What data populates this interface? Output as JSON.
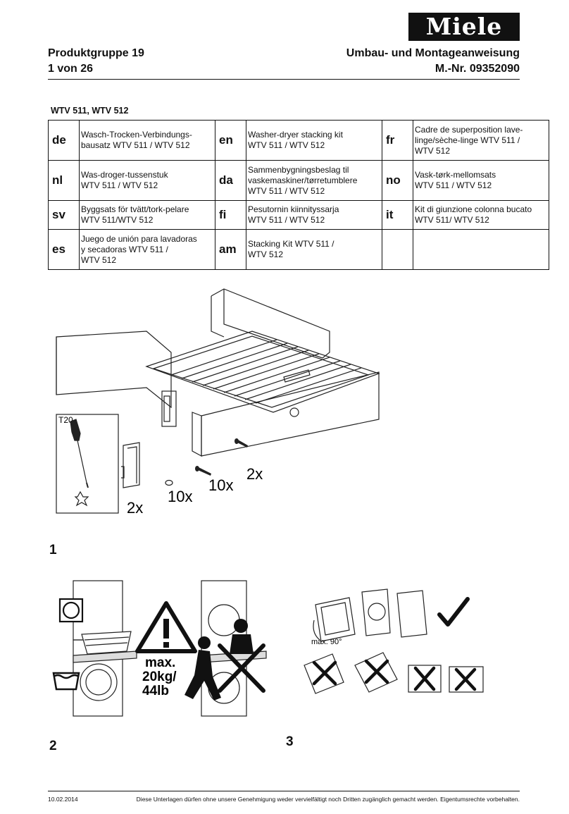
{
  "brand": "Miele",
  "header": {
    "product_group": "Produktgruppe 19",
    "page_info": "1 von 26",
    "doc_title": "Umbau- und Montageanweisung",
    "doc_number": "M.-Nr. 09352090"
  },
  "models": "WTV 511, WTV 512",
  "languages": [
    {
      "code": "de",
      "text": [
        "Wasch-Trocken-Verbindungs-",
        "bausatz WTV 511 / WTV 512"
      ]
    },
    {
      "code": "en",
      "text": [
        "Washer-dryer stacking kit",
        "WTV 511 / WTV 512"
      ]
    },
    {
      "code": "fr",
      "text": [
        "Cadre de superposition lave-",
        "linge/sèche-linge WTV 511 /",
        "WTV 512"
      ]
    },
    {
      "code": "nl",
      "text": [
        "Was-droger-tussenstuk",
        "WTV 511 / WTV 512"
      ]
    },
    {
      "code": "da",
      "text": [
        "Sammenbygningsbeslag til",
        "vaskemaskiner/tørretumblere",
        "WTV 511 / WTV 512"
      ]
    },
    {
      "code": "no",
      "text": [
        "Vask-tørk-mellomsats",
        "WTV 511 / WTV 512"
      ]
    },
    {
      "code": "sv",
      "text": [
        "Byggsats för tvätt/tork-pelare",
        "WTV 511/WTV 512"
      ]
    },
    {
      "code": "fi",
      "text": [
        "Pesutornin kiinnityssarja",
        "WTV 511 / WTV 512"
      ]
    },
    {
      "code": "it",
      "text": [
        "Kit di giunzione colonna bucato",
        "WTV 511/ WTV 512"
      ]
    },
    {
      "code": "es",
      "text": [
        "Juego de unión para lavadoras",
        "y secadoras WTV 511 /",
        "WTV 512"
      ]
    },
    {
      "code": "am",
      "text": [
        "Stacking Kit WTV 511 /",
        "WTV 512"
      ]
    },
    {
      "code": "",
      "text": []
    }
  ],
  "figure1": {
    "number": "1",
    "tool_label": "T20",
    "qty_clip": "2x",
    "qty_washer": "10x",
    "qty_screw": "10x",
    "qty_screw_small": "2x"
  },
  "figure2": {
    "number": "2",
    "warning_line1": "max.",
    "warning_line2": "20kg/",
    "warning_line3": "44lb"
  },
  "figure3": {
    "number": "3",
    "tilt_label": "max. 90°"
  },
  "footer": {
    "date": "10.02.2014",
    "notice": "Diese Unterlagen dürfen ohne unsere Genehmigung weder vervielfältigt noch Dritten zugänglich gemacht werden. Eigentumsrechte vorbehalten."
  }
}
